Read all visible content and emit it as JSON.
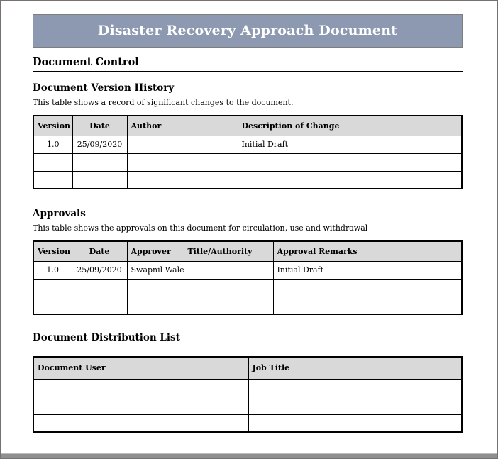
{
  "banner": {
    "title": "Disaster Recovery Approach Document",
    "bg_color": "#8C99B0",
    "text_color": "#ffffff"
  },
  "colors": {
    "table_header_bg": "#D9D9D9",
    "table_border": "#000000",
    "frame_border": "#767072"
  },
  "sections": {
    "document_control": {
      "heading": "Document Control"
    },
    "version_history": {
      "heading": "Document Version History",
      "intro": "This table shows a record of significant changes to the document.",
      "table": {
        "headers": [
          "Version",
          "Date",
          "Author",
          "Description of Change"
        ],
        "rows": [
          [
            "1.0",
            "25/09/2020",
            "",
            "Initial Draft"
          ],
          [
            "",
            "",
            "",
            ""
          ],
          [
            "",
            "",
            "",
            ""
          ]
        ]
      }
    },
    "approvals": {
      "heading": "Approvals",
      "intro": "This table shows the approvals on this document for circulation, use and withdrawal",
      "table": {
        "headers": [
          "Version",
          "Date",
          "Approver",
          "Title/Authority",
          "Approval Remarks"
        ],
        "rows": [
          [
            "1.0",
            "25/09/2020",
            "Swapnil Wale",
            "",
            "Initial Draft"
          ],
          [
            "",
            "",
            "",
            "",
            ""
          ],
          [
            "",
            "",
            "",
            "",
            ""
          ]
        ]
      }
    },
    "distribution": {
      "heading": "Document Distribution List",
      "table": {
        "headers": [
          "Document User",
          "Job Title"
        ],
        "rows": [
          [
            "",
            ""
          ],
          [
            "",
            ""
          ],
          [
            "",
            ""
          ]
        ]
      }
    }
  }
}
